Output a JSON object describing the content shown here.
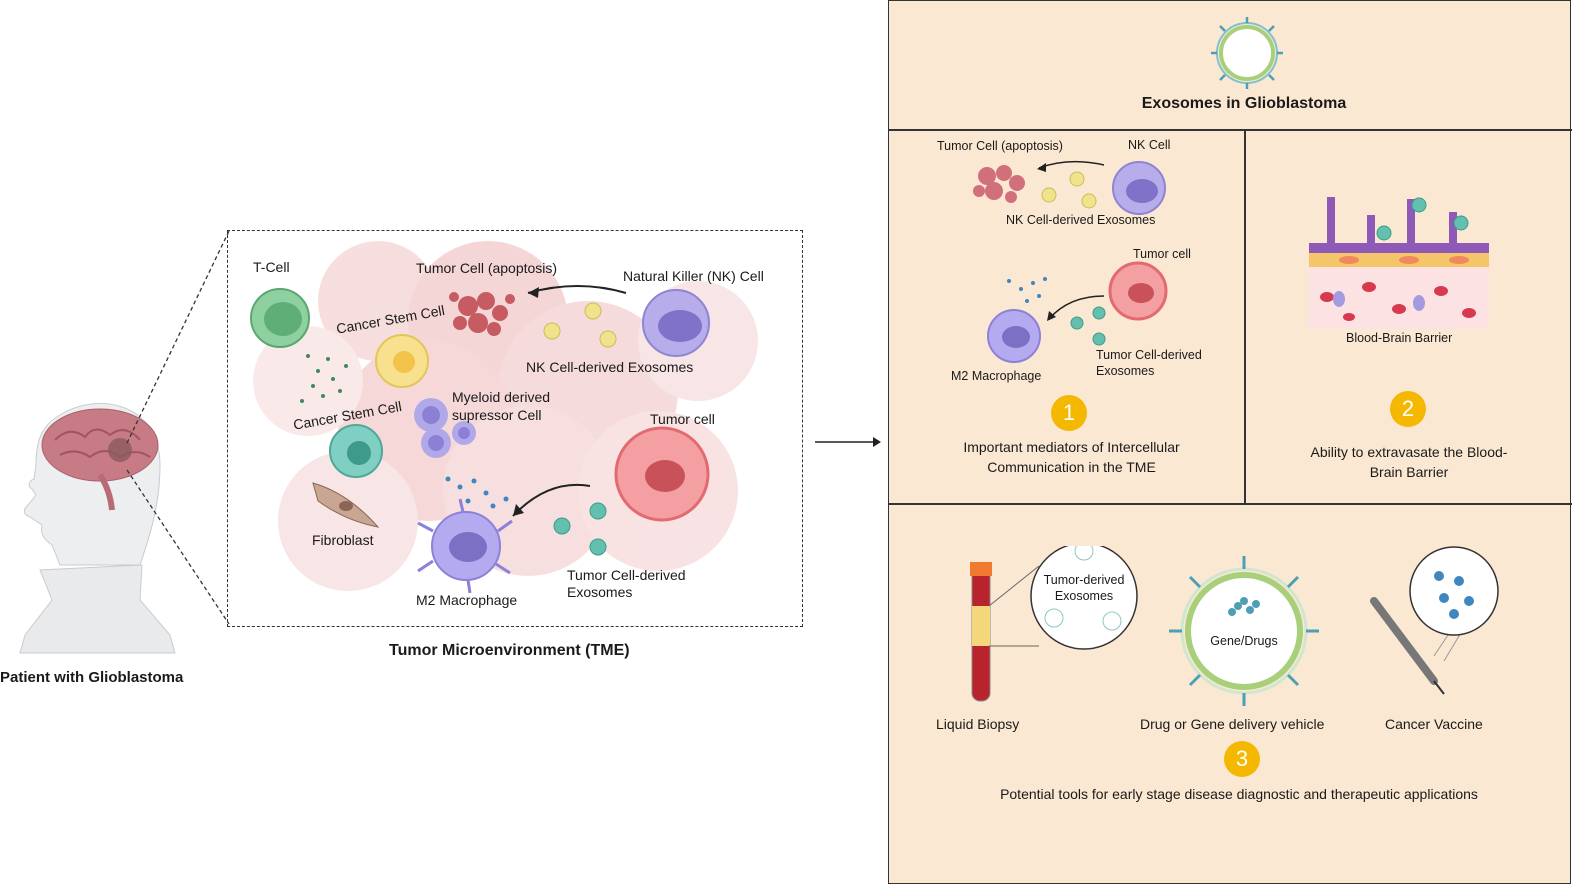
{
  "left": {
    "patient_label": "Patient with Glioblastoma",
    "tme_title": "Tumor Microenvironment (TME)",
    "tme_labels": {
      "t_cell": "T-Cell",
      "tumor_cell_apoptosis": "Tumor Cell (apoptosis)",
      "nk_cell": "Natural Killer (NK) Cell",
      "cancer_stem_cell_1": "Cancer Stem Cell",
      "cancer_stem_cell_2": "Cancer Stem Cell",
      "nk_exosomes": "NK Cell-derived Exosomes",
      "mdsc_line1": "Myeloid derived",
      "mdsc_line2": "supressor Cell",
      "tumor_cell": "Tumor cell",
      "fibroblast": "Fibroblast",
      "m2_macrophage": "M2 Macrophage",
      "tumor_exosomes_line1": "Tumor Cell-derived",
      "tumor_exosomes_line2": "Exosomes"
    }
  },
  "right": {
    "title": "Exosomes in Glioblastoma",
    "section1": {
      "labels": {
        "tumor_cell_apoptosis": "Tumor Cell (apoptosis)",
        "nk_cell": "NK Cell",
        "nk_exosomes": "NK Cell-derived Exosomes",
        "tumor_cell": "Tumor cell",
        "m2_macrophage": "M2 Macrophage",
        "tumor_exosomes_line1": "Tumor Cell-derived",
        "tumor_exosomes_line2": "Exosomes"
      },
      "number": "1",
      "caption_line1": "Important  mediators of Intercellular",
      "caption_line2": "Communication  in the TME"
    },
    "section2": {
      "bbb_label": "Blood-Brain Barrier",
      "number": "2",
      "caption_line1": "Ability to extravasate the Blood-",
      "caption_line2": "Brain Barrier"
    },
    "section3": {
      "tumor_derived_line1": "Tumor-derived",
      "tumor_derived_line2": "Exosomes",
      "gene_drugs": "Gene/Drugs",
      "liquid_biopsy": "Liquid Biopsy",
      "drug_gene_vehicle": "Drug or Gene delivery vehicle",
      "cancer_vaccine": "Cancer Vaccine",
      "number": "3",
      "caption": "Potential tools for early stage disease diagnostic and therapeutic applications"
    }
  },
  "colors": {
    "panel_bg": "#fbe8d3",
    "badge": "#f5b800",
    "tumor_pink": "#e8777b",
    "nk_purple": "#9a8fd6",
    "exosome_teal": "#4db6a8",
    "tcell_green": "#6cbf84"
  }
}
